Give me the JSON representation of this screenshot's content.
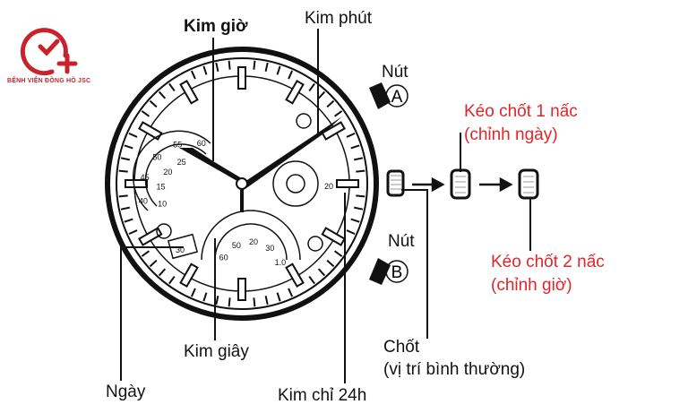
{
  "logo": {
    "text": "BỆNH VIỆN ĐỒNG HỒ JSC",
    "color": "#c8232c"
  },
  "labels": {
    "hour_hand": "Kim giờ",
    "minute_hand": "Kim phút",
    "button_a_title": "Nút",
    "button_a_letter": "A",
    "button_b_title": "Nút",
    "button_b_letter": "B",
    "pull_1_line1": "Kéo chốt 1 nấc",
    "pull_1_line2": "(chỉnh ngày)",
    "pull_2_line1": "Kéo chốt 2 nấc",
    "pull_2_line2": "(chỉnh giờ)",
    "crown_line1": "Chốt",
    "crown_line2": "(vị trí bình thường)",
    "second_hand": "Kim giây",
    "date": "Ngày",
    "hand_24h": "Kim chỉ 24h"
  },
  "dial": {
    "date_window": "30",
    "subdial_left": [
      "60",
      "55",
      "50",
      "45",
      "40",
      "25",
      "20",
      "15",
      "10"
    ],
    "subdial_right": "20",
    "subdial_bottom": [
      "60",
      "50",
      "20",
      "30",
      "1.0"
    ]
  },
  "colors": {
    "annotation_red": "#e0262a",
    "ink": "#111111"
  }
}
